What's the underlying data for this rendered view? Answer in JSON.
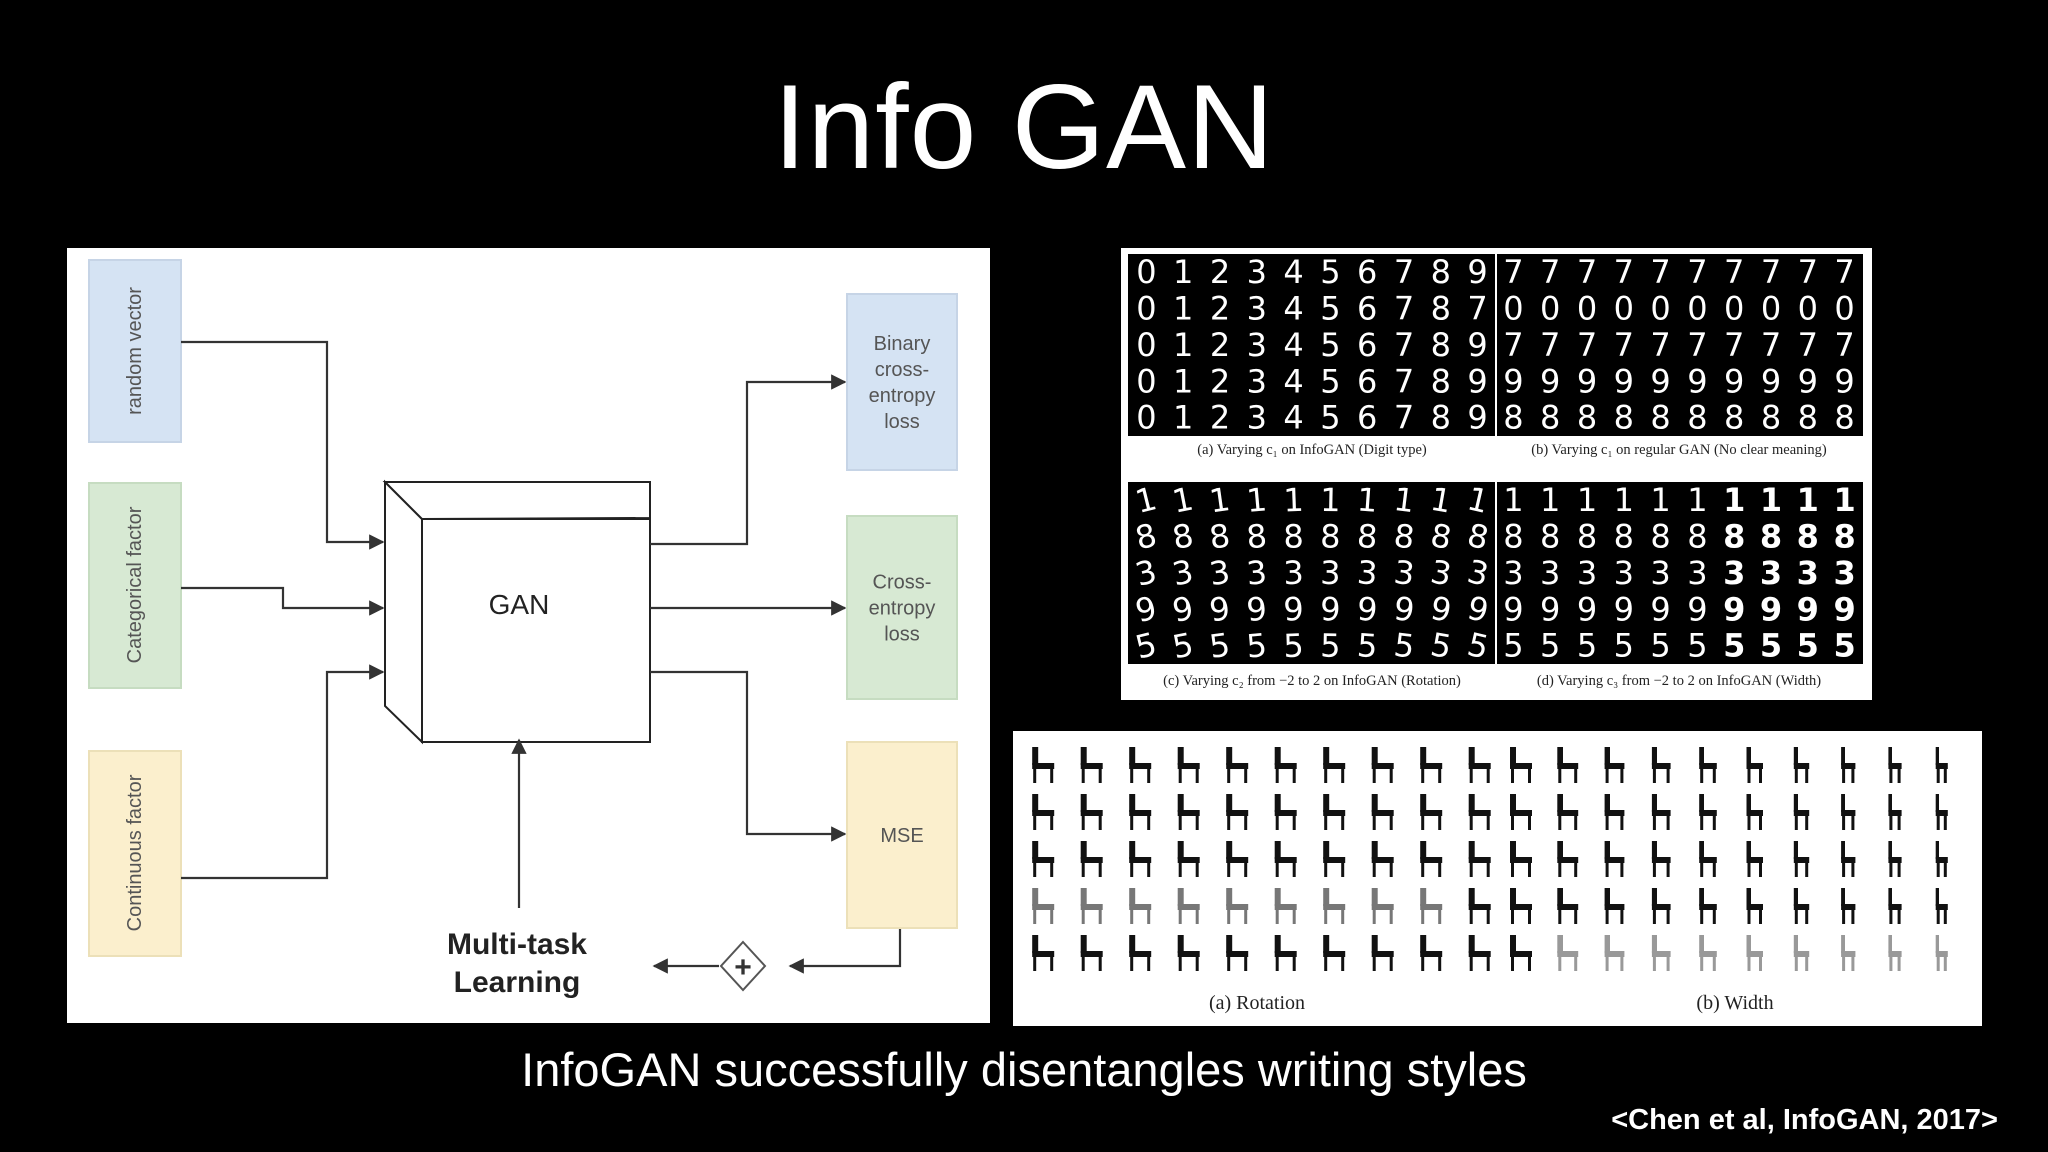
{
  "slide": {
    "title": "Info GAN",
    "caption": "InfoGAN successfully disentangles writing styles",
    "citation": "<Chen et al, InfoGAN, 2017>"
  },
  "diagram": {
    "inputs": [
      {
        "label": "random vector",
        "color": "#d5e3f3"
      },
      {
        "label": "Categorical factor",
        "color": "#d7e9d3"
      },
      {
        "label": "Continuous factor",
        "color": "#fbefcd"
      }
    ],
    "center": "GAN",
    "outputs": [
      {
        "lines": [
          "Binary",
          "cross-",
          "entropy",
          "loss"
        ],
        "color": "#d5e3f3"
      },
      {
        "lines": [
          "Cross-",
          "entropy",
          "loss"
        ],
        "color": "#d7e9d3"
      },
      {
        "lines": [
          "MSE"
        ],
        "color": "#fbefcd"
      }
    ],
    "combiner": "+",
    "feedback": [
      "Multi-task",
      "Learning"
    ]
  },
  "digits": {
    "grids": [
      {
        "rows": [
          "0123456789",
          "0123456787",
          "0123456789",
          "0123456789",
          "0123456789"
        ],
        "caption": "(a) Varying c₁ on InfoGAN (Digit type)"
      },
      {
        "rows": [
          "7777777777",
          "0000000000",
          "7777777777",
          "9999999999",
          "8888888888"
        ],
        "caption": "(b) Varying c₁ on regular GAN (No clear meaning)"
      },
      {
        "rows": [
          "1111111111",
          "8888888888",
          "3333333333",
          "9999999999",
          "5555555555"
        ],
        "caption": "(c) Varying c₂ from −2 to 2 on InfoGAN (Rotation)"
      },
      {
        "rows": [
          "1111111111",
          "8888888888",
          "3333333333",
          "9999999999",
          "5555555555"
        ],
        "caption": "(d) Varying c₃ from −2 to 2 on InfoGAN (Width)"
      }
    ]
  },
  "chairs": {
    "captions": [
      "(a) Rotation",
      "(b) Width"
    ]
  }
}
